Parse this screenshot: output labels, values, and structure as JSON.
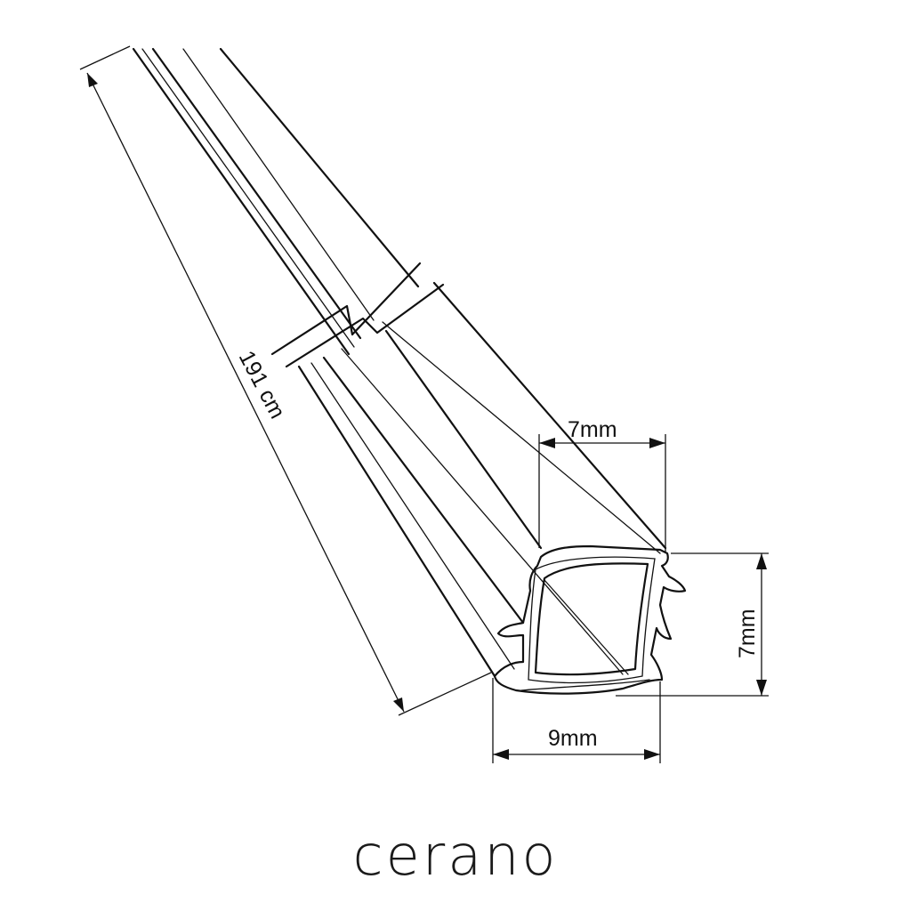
{
  "dimensions": {
    "length": "191 cm",
    "top_width": "7mm",
    "height": "7mm",
    "bottom_width": "9mm"
  },
  "brand": {
    "name": "cerano"
  },
  "colors": {
    "line": "#111111",
    "background": "#ffffff"
  }
}
